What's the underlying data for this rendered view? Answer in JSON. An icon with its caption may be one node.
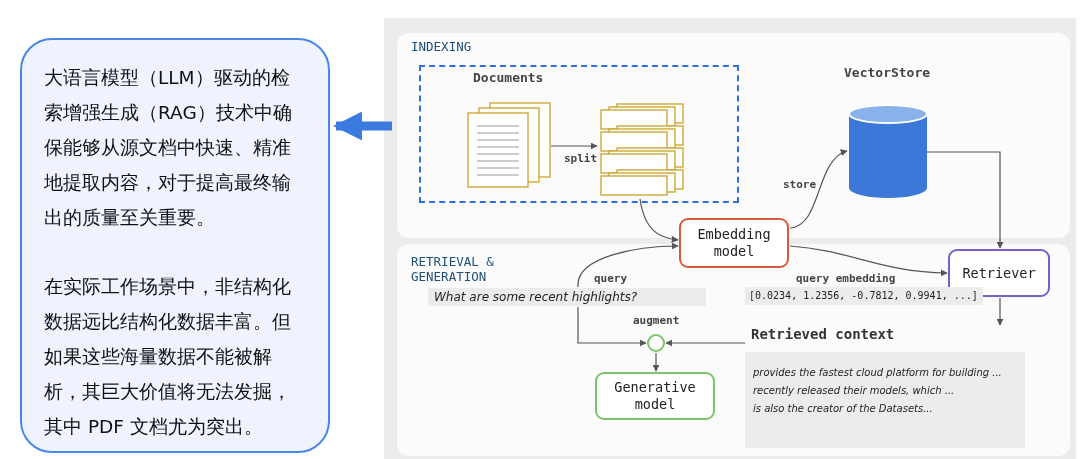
{
  "diagram": {
    "nodes": [
      {
        "text": [
          "大语言模型（LLM）驱动的检索增强生成（RAG）技术中确保能够从源文档中快速、精准地提取内容，对于提高最终输出的质量至关重要。",
          "在实际工作场景中，非结构化数据远比结构化数据丰富。但如果这些海量数据不能被解析，其巨大价值将无法发掘，其中 PDF 文档尤为突出。"
        ]
      },
      {
        "text": [],
        "shape": "box"
      },
      {
        "text": [
          "INDEXING"
        ],
        "in": 1
      },
      {
        "text": [
          "Documents"
        ],
        "in": 2
      },
      {
        "text": [],
        "shape": "document",
        "in": 3
      },
      {
        "text": [],
        "shape": "picture",
        "in": 3
      },
      {
        "text": [
          "VectorStore"
        ],
        "in": 2
      },
      {
        "text": [
          "Embedding model"
        ],
        "in": 1
      },
      {
        "text": [
          "RETRIEVAL & GENERATION"
        ],
        "in": 1
      },
      {
        "text": [
          "Retriever"
        ],
        "in": 8
      },
      {
        "text": [
          "What are some recent highlights?"
        ],
        "in": 8
      },
      {
        "text": [
          "[0.0234, 1.2356, -0.7812, 0.9941, ...]"
        ],
        "in": 8
      },
      {
        "text": [],
        "shape": "circle",
        "beside": [
          "augment"
        ],
        "in": 8
      },
      {
        "text": [
          "Generative model"
        ],
        "in": 8
      },
      {
        "text": [
          "Retrieved context",
          "provides the fastest cloud platform for building ...",
          "recently released their models, which ...",
          "is also the creator of the Datasets..."
        ],
        "in": 8
      }
    ],
    "edges": [
      {
        "from": 4,
        "to": 5,
        "arrow": "to",
        "label": "split"
      },
      {
        "from": 5,
        "to": 7,
        "arrow": "to"
      },
      {
        "from": 7,
        "to": 6,
        "arrow": "to",
        "label": "store"
      },
      {
        "from": 6,
        "to": 9,
        "arrow": "to"
      },
      {
        "from": 10,
        "to": 7,
        "arrow": "to",
        "label": "query"
      },
      {
        "from": 7,
        "to": 9,
        "arrow": "to",
        "label": "query embedding"
      },
      {
        "from": 10,
        "to": 12,
        "arrow": "to"
      },
      {
        "from": 14,
        "to": 12,
        "arrow": "to"
      },
      {
        "from": 9,
        "to": 14,
        "arrow": "to"
      },
      {
        "from": 12,
        "to": 13,
        "arrow": "to"
      },
      {
        "from": 1,
        "to": 0,
        "arrow": "to",
        "style": "thick",
        "color": "#3b7be0"
      }
    ]
  }
}
